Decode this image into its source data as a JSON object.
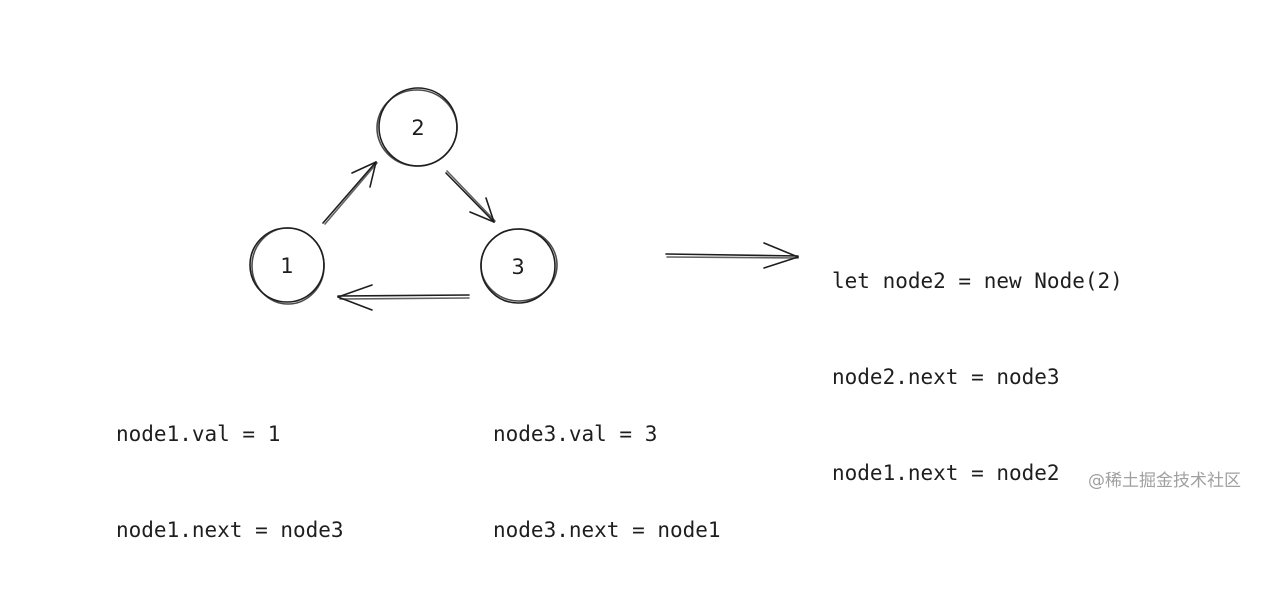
{
  "nodes": [
    {
      "id": "node-1",
      "label": "1"
    },
    {
      "id": "node-2",
      "label": "2"
    },
    {
      "id": "node-3",
      "label": "3"
    }
  ],
  "code_node1": [
    "node1.val = 1",
    "node1.next = node3"
  ],
  "code_node3": [
    "node3.val = 3",
    "node3.next = node1"
  ],
  "code_insert": [
    "let node2 = new Node(2)",
    "node2.next = node3",
    "node1.next = node2"
  ],
  "watermark": "@稀土掘金技术社区",
  "colors": {
    "stroke": "#1e1e1e",
    "text": "#1e1e1e",
    "watermark": "#a0a0a0",
    "background": "#ffffff"
  }
}
